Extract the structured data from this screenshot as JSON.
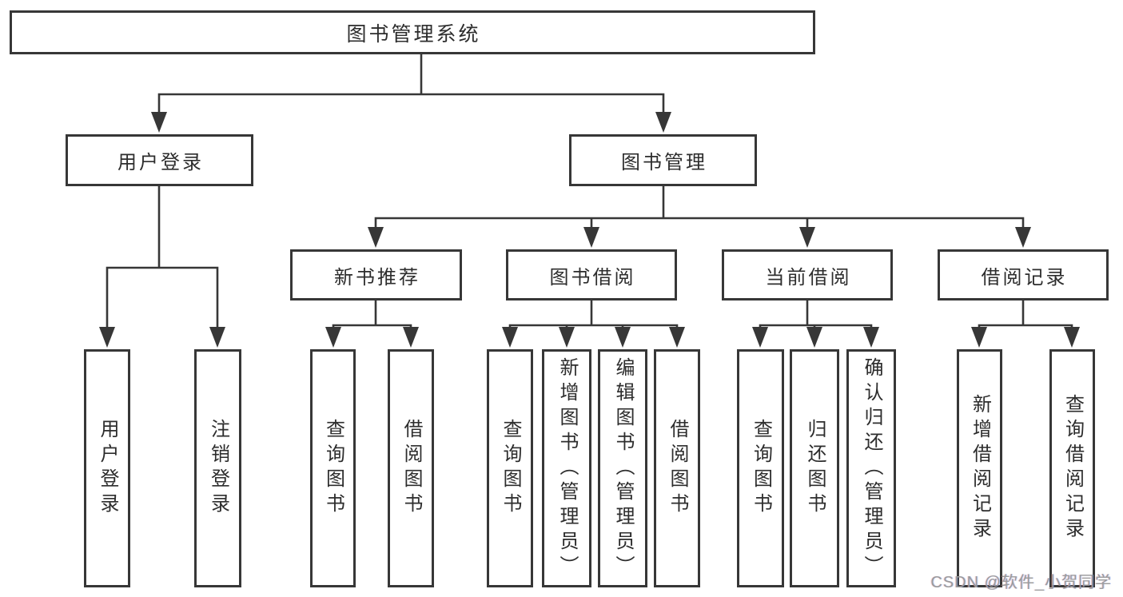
{
  "root": {
    "label": "图书管理系统"
  },
  "level2": {
    "user_login": {
      "label": "用户登录"
    },
    "book_management": {
      "label": "图书管理"
    }
  },
  "level3": {
    "new_book_recommend": {
      "label": "新书推荐"
    },
    "book_borrowing": {
      "label": "图书借阅"
    },
    "current_borrowing": {
      "label": "当前借阅"
    },
    "borrowing_records": {
      "label": "借阅记录"
    }
  },
  "leaves": {
    "user_login": {
      "label": "用户登录"
    },
    "logout": {
      "label": "注销登录"
    },
    "nbr_query_books": {
      "label": "查询图书"
    },
    "nbr_borrow_books": {
      "label": "借阅图书"
    },
    "bb_query_books": {
      "label": "查询图书"
    },
    "bb_add_books": {
      "label": "新增图书（管理员）"
    },
    "bb_edit_books": {
      "label": "编辑图书（管理员）"
    },
    "bb_borrow_books": {
      "label": "借阅图书"
    },
    "cb_query_books": {
      "label": "查询图书"
    },
    "cb_return_books": {
      "label": "归还图书"
    },
    "cb_confirm_return": {
      "label": "确认归还（管理员）"
    },
    "br_add_record": {
      "label": "新增借阅记录"
    },
    "br_query_record": {
      "label": "查询借阅记录"
    }
  },
  "watermark": {
    "text": "CSDN @软件_小贺同学"
  },
  "colors": {
    "line": "#373737",
    "text": "#2d2d2d",
    "background": "#ffffff",
    "watermark_gray": "#9b9b9b"
  }
}
